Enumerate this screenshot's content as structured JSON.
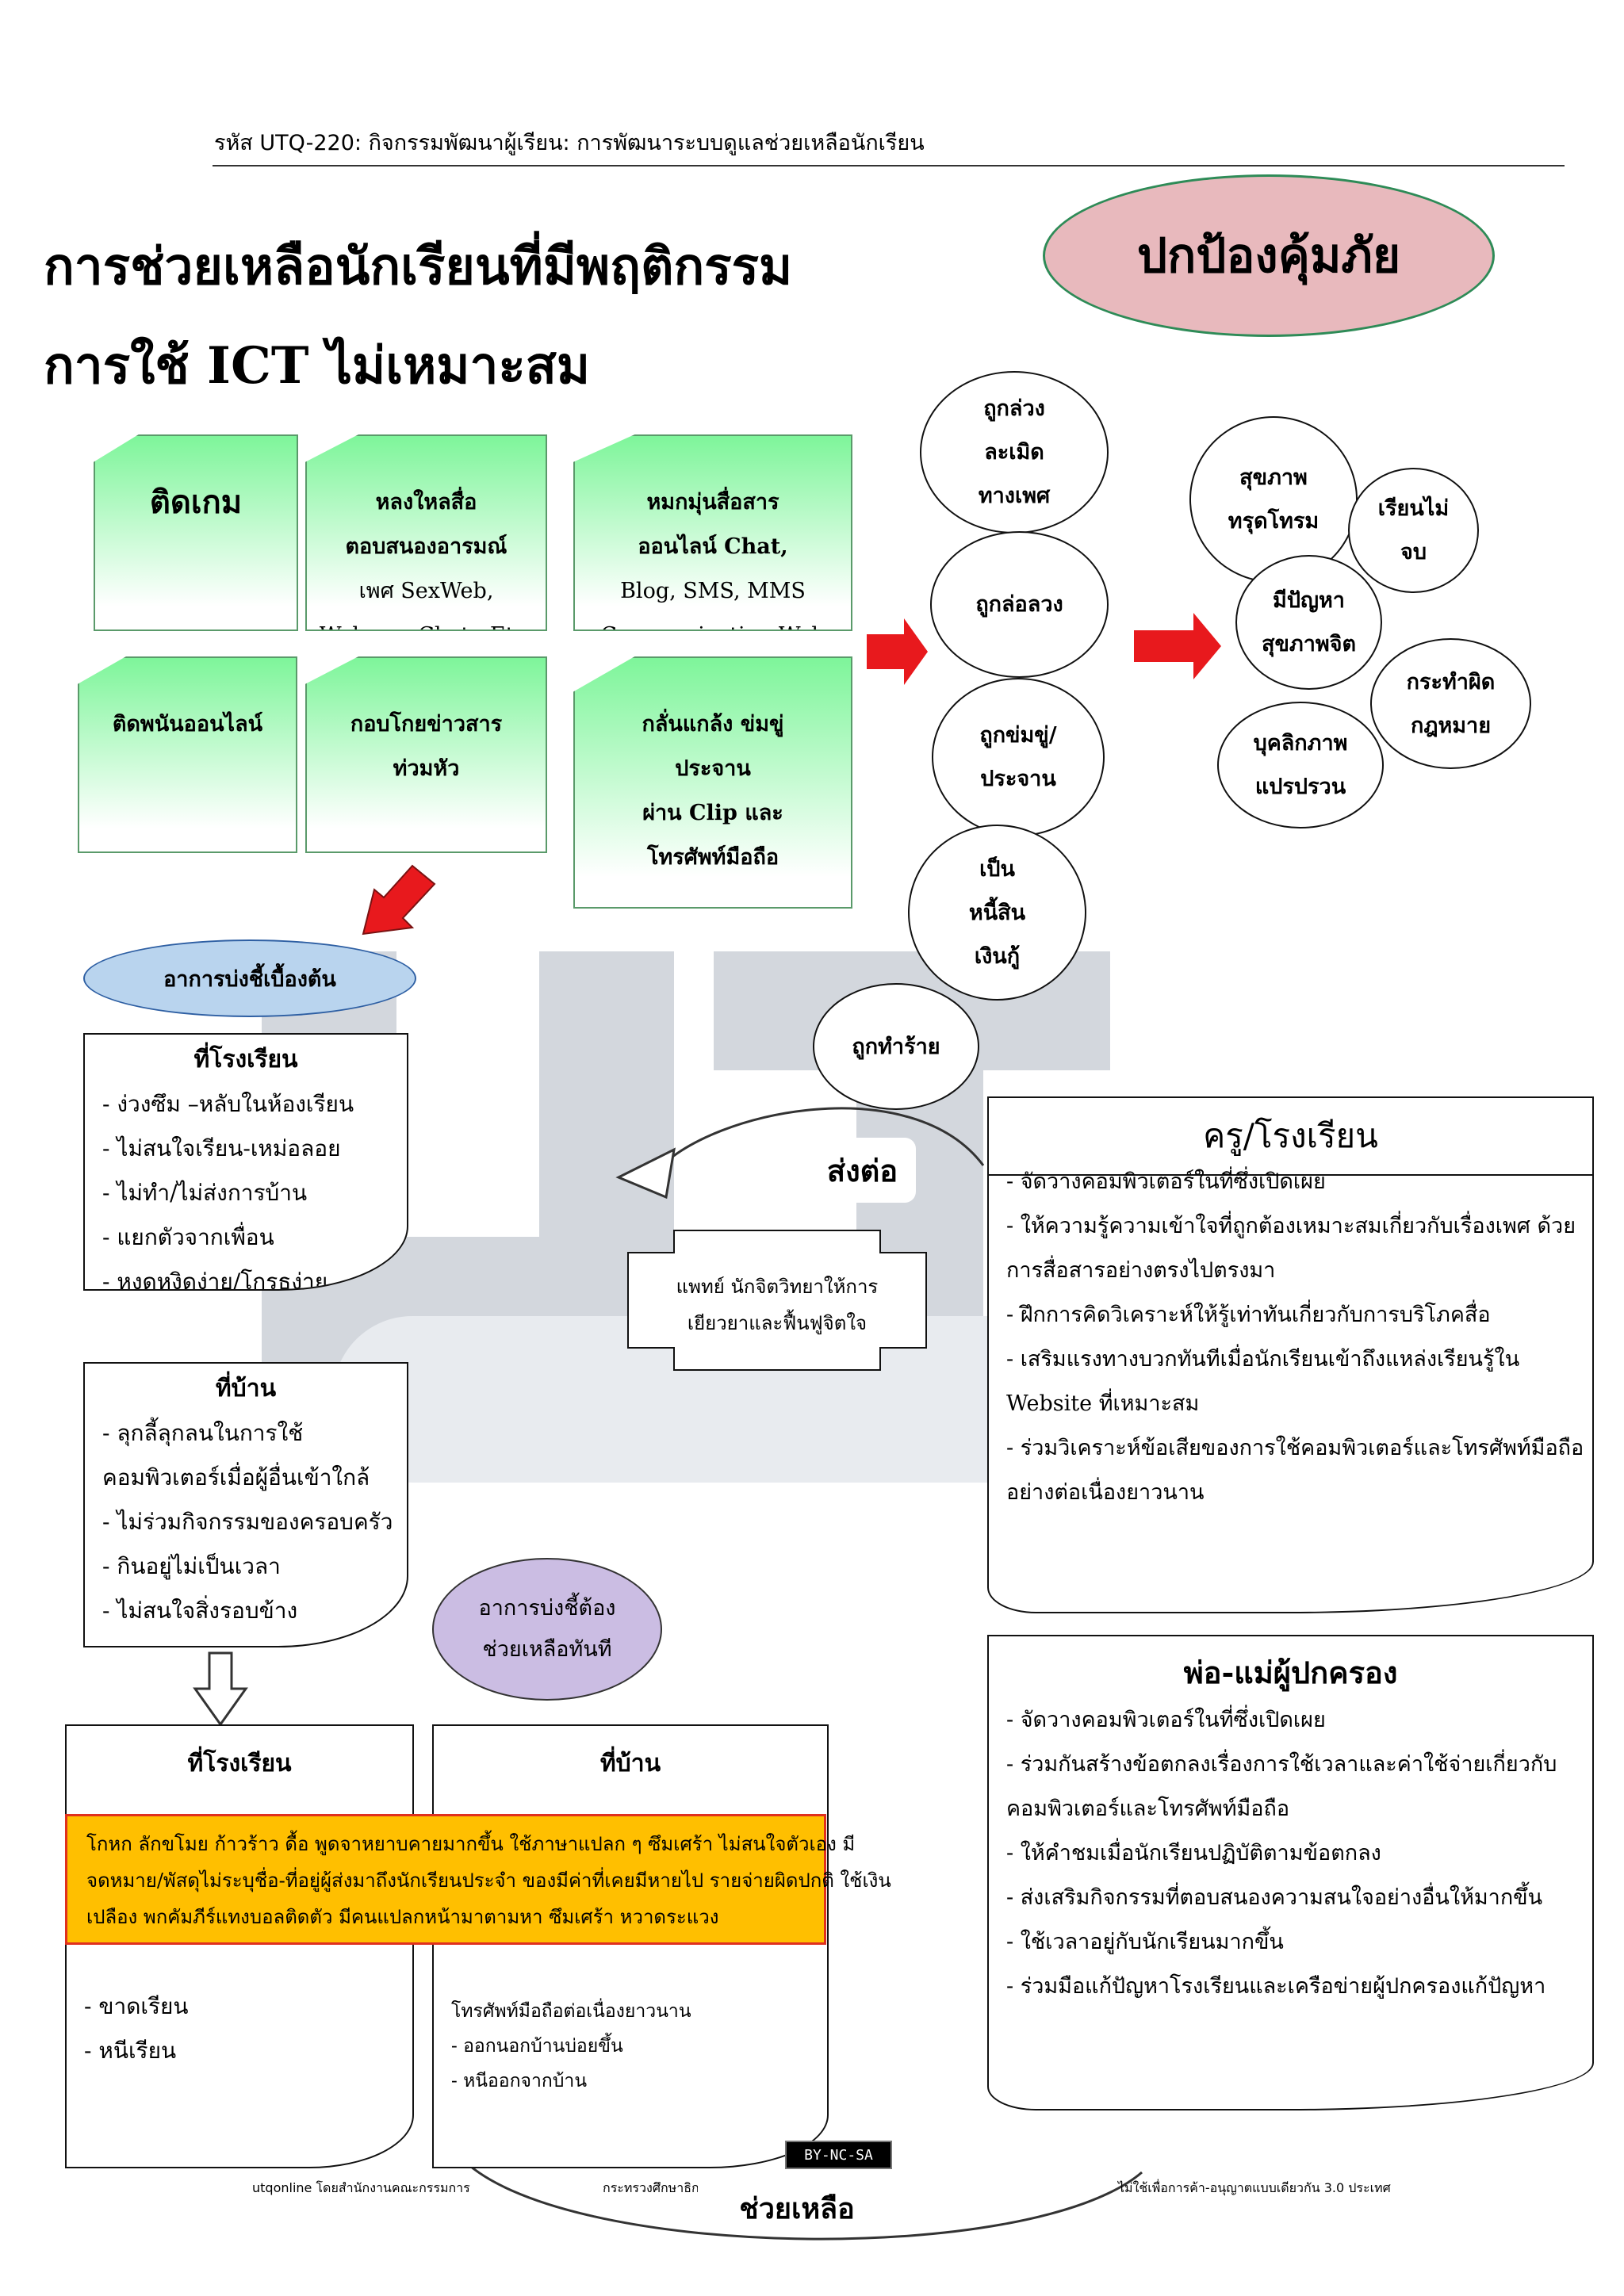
{
  "header": {
    "text": "รหัส UTQ-220:  กิจกรรมพัฒนาผู้เรียน: การพัฒนาระบบดูแลช่วยเหลือนักเรียน"
  },
  "title": {
    "line1": "การช่วยเหลือนักเรียนที่มีพฤติกรรม",
    "line2": "การใช้  ICT ไม่เหมาะสม"
  },
  "protect": {
    "label": "ปกป้องคุ้มภัย"
  },
  "behaviors": [
    {
      "lines": [
        "ติดเกม"
      ]
    },
    {
      "lines": [
        "หลงใหลสื่อ",
        "ตอบสนองอารมณ์",
        "เพศ SexWeb,",
        "Webcam Chat , Etc."
      ]
    },
    {
      "lines": [
        "หมกมุ่นสื่อสาร",
        "ออนไลน์ Chat,",
        "Blog, SMS, MMS",
        "Communication Web Etc."
      ]
    },
    {
      "lines": [
        "ติดพนันออนไลน์"
      ]
    },
    {
      "lines": [
        "กอบโกยข่าวสาร",
        "ท่วมหัว"
      ]
    },
    {
      "lines": [
        "กลั่นแกล้ง ข่มขู่",
        "ประจาน",
        "ผ่าน Clip และ",
        "โทรศัพท์มือถือ"
      ]
    }
  ],
  "risks": [
    {
      "lines": [
        "ถูกล่วง",
        "ละเมิด",
        "ทางเพศ"
      ]
    },
    {
      "lines": [
        "ถูกล่อลวง"
      ]
    },
    {
      "lines": [
        "ถูกข่มขู่/",
        "ประจาน"
      ]
    },
    {
      "lines": [
        "เป็น",
        "หนี้สิน",
        "เงินกู้"
      ]
    },
    {
      "lines": [
        "ถูกทำร้าย"
      ]
    }
  ],
  "effects": [
    {
      "lines": [
        "สุขภาพ",
        "ทรุดโทรม"
      ]
    },
    {
      "lines": [
        "เรียนไม่",
        "จบ"
      ]
    },
    {
      "lines": [
        "มีปัญหา",
        "สุขภาพจิต"
      ]
    },
    {
      "lines": [
        "กระทำผิด",
        "กฎหมาย"
      ]
    },
    {
      "lines": [
        "บุคลิกภาพ",
        "แปรปรวน"
      ]
    }
  ],
  "initial_signs": {
    "label": "อาการบ่งชี้เบื้องต้น",
    "school": {
      "title": "ที่โรงเรียน",
      "items": [
        "- ง่วงซึม –หลับในห้องเรียน",
        "- ไม่สนใจเรียน-เหม่อลอย",
        "- ไม่ทำ/ไม่ส่งการบ้าน",
        "- แยกตัวจากเพื่อน",
        "- หงุดหงิดง่าย/โกรธง่าย"
      ]
    },
    "home": {
      "title": "ที่บ้าน",
      "items": [
        "- ลุกลี้ลุกลนในการใช้",
        "คอมพิวเตอร์เมื่อผู้อื่นเข้าใกล้",
        "- ไม่ร่วมกิจกรรมของครอบครัว",
        "- กินอยู่ไม่เป็นเวลา",
        "- ไม่สนใจสิ่งรอบข้าง"
      ]
    }
  },
  "urgent": {
    "label_line1": "อาการบ่งชี้ต้อง",
    "label_line2": "ช่วยเหลือทันที",
    "school": {
      "title": "ที่โรงเรียน",
      "items": [
        "- ขาดเรียน",
        "- หนีเรียน"
      ]
    },
    "home": {
      "title": "ที่บ้าน",
      "items": [
        "โทรศัพท์มือถือต่อเนื่องยาวนาน",
        "- ออกนอกบ้านบ่อยขึ้น",
        "- หนีออกจากบ้าน"
      ]
    },
    "banner": {
      "lines": [
        "โกหก ลักขโมย ก้าวร้าว ดื้อ พูดจาหยาบคายมากขึ้น ใช้ภาษาแปลก ๆ ซึมเศร้า ไม่สนใจตัวเอง มี",
        "จดหมาย/พัสดุไม่ระบุชื่อ-ที่อยู่ผู้ส่งมาถึงนักเรียนประจำ ของมีค่าที่เคยมีหายไป รายจ่ายผิดปกติ ใช้เงิน",
        "เปลือง พกคัมภีร์แทงบอลติดตัว มีคนแปลกหน้ามาตามหา ซึมเศร้า หวาดระแวง"
      ]
    }
  },
  "refer": {
    "label": "ส่งต่อ"
  },
  "doctor": {
    "line1": "แพทย์ นักจิตวิทยาให้การ",
    "line2": "เยียวยาและฟื้นฟูจิตใจ"
  },
  "teacher": {
    "title": "ครู/โรงเรียน",
    "items": [
      "- จัดวางคอมพิวเตอร์ในที่ซึ่งเปิดเผย",
      "- ให้ความรู้ความเข้าใจที่ถูกต้องเหมาะสมเกี่ยวกับเรื่องเพศ  ด้วย",
      "การสื่อสารอย่างตรงไปตรงมา",
      "- ฝึกการคิดวิเคราะห์ให้รู้เท่าทันเกี่ยวกับการบริโภคสื่อ",
      "- เสริมแรงทางบวกทันทีเมื่อนักเรียนเข้าถึงแหล่งเรียนรู้ใน",
      "Website  ที่เหมาะสม",
      "- ร่วมวิเคราะห์ข้อเสียของการใช้คอมพิวเตอร์และโทรศัพท์มือถือ",
      "อย่างต่อเนื่องยาวนาน"
    ]
  },
  "parents": {
    "title": "พ่อ-แม่ผู้ปกครอง",
    "items": [
      "- จัดวางคอมพิวเตอร์ในที่ซึ่งเปิดเผย",
      "- ร่วมกันสร้างข้อตกลงเรื่องการใช้เวลาและค่าใช้จ่ายเกี่ยวกับ",
      "คอมพิวเตอร์และโทรศัพท์มือถือ",
      "- ให้คำชมเมื่อนักเรียนปฏิบัติตามข้อตกลง",
      "- ส่งเสริมกิจกรรมที่ตอบสนองความสนใจอย่างอื่นให้มากขึ้น",
      "- ใช้เวลาอยู่กับนักเรียนมากขึ้น",
      "- ร่วมมือแก้ปัญหาโรงเรียนและเครือข่ายผู้ปกครองแก้ปัญหา"
    ]
  },
  "help": {
    "label": "ช่วยเหลือ"
  },
  "footer": {
    "left": "utqonline โดยสำนักงานคณะกรรมการ",
    "middle": "กระทรวงศึกษาธิการอนุญาต",
    "right": "ไม่ใช้เพื่อการค้า-อนุญาตแบบเดียวกัน 3.0 ประเทศ",
    "badge": "BY-NC-SA"
  },
  "colors": {
    "green": "#7ef59a",
    "protect": "#e8b9bd",
    "signs_oval": "#b9d4ee",
    "urgent_oval": "#cbbde3",
    "banner": "#ffbf00",
    "arrow": "#e8191d"
  }
}
